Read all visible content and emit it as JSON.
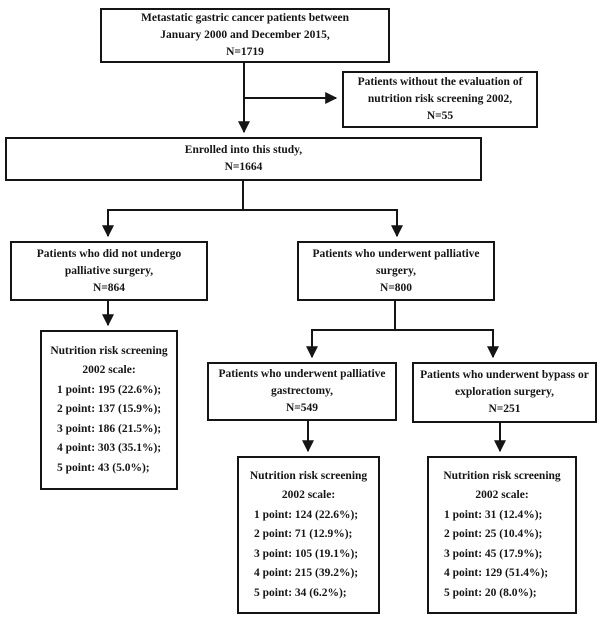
{
  "diagram": {
    "background_color": "#ffffff",
    "line_color": "#151515",
    "boxes": {
      "initial": [
        "Metastatic gastric cancer patients between",
        "January 2000 and December 2015,",
        "N=1719"
      ],
      "excluded": [
        "Patients without the evaluation of",
        "nutrition risk screening 2002,",
        "N=55"
      ],
      "enrolled": [
        "Enrolled into this study,",
        "N=1664"
      ],
      "no_surgery": [
        "Patients who did not undergo",
        "palliative surgery,",
        "N=864"
      ],
      "surgery": [
        "Patients who underwent palliative",
        "surgery,",
        "N=800"
      ],
      "nrs_no_surgery": [
        "Nutrition risk screening",
        "2002 scale:",
        "1 point: 195 (22.6%);",
        "2 point: 137 (15.9%);",
        "3 point: 186 (21.5%);",
        "4 point: 303 (35.1%);",
        "5 point: 43 (5.0%);"
      ],
      "gastrectomy": [
        "Patients who underwent palliative",
        "gastrectomy,",
        "N=549"
      ],
      "bypass": [
        "Patients who underwent bypass or",
        "exploration surgery,",
        "N=251"
      ],
      "nrs_gastrectomy": [
        "Nutrition risk screening",
        "2002 scale:",
        "1 point: 124 (22.6%);",
        "2 point: 71 (12.9%);",
        "3 point: 105 (19.1%);",
        "4 point: 215 (39.2%);",
        "5 point: 34 (6.2%);"
      ],
      "nrs_bypass": [
        "Nutrition risk screening",
        "2002 scale:",
        "1 point: 31 (12.4%);",
        "2 point: 25 (10.4%);",
        "3 point: 45 (17.9%);",
        "4 point: 129 (51.4%);",
        "5 point: 20 (8.0%);"
      ]
    }
  }
}
